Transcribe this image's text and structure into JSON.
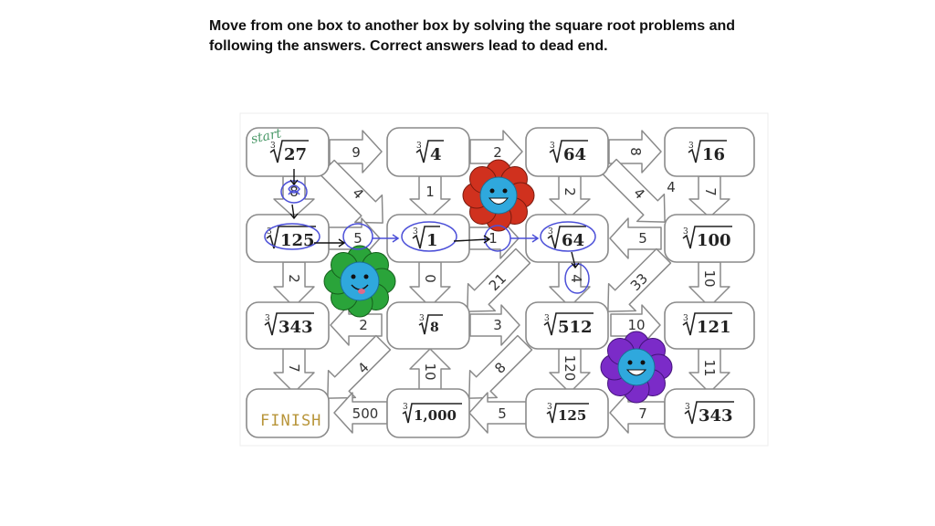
{
  "instructions": {
    "line1": "Move from one box to another box by solving the square root problems and",
    "line2": "following the answers. Correct answers lead to dead end."
  },
  "start_label": "start",
  "finish_label": "FINISH",
  "boxes": [
    {
      "index": "3",
      "radicand": "27"
    },
    {
      "index": "3",
      "radicand": "4"
    },
    {
      "index": "3",
      "radicand": "64"
    },
    {
      "index": "3",
      "radicand": "16"
    },
    {
      "index": "3",
      "radicand": "125"
    },
    {
      "index": "3",
      "radicand": "1"
    },
    {
      "index": "3",
      "radicand": "64"
    },
    {
      "index": "3",
      "radicand": "100"
    },
    {
      "index": "3",
      "radicand": "343"
    },
    {
      "index": "3",
      "radicand": "8"
    },
    {
      "index": "3",
      "radicand": "512"
    },
    {
      "index": "3",
      "radicand": "121"
    },
    {
      "index": "3",
      "radicand": "1,000"
    },
    {
      "index": "3",
      "radicand": "125"
    },
    {
      "index": "3",
      "radicand": "343"
    }
  ],
  "arrows": [
    {
      "label": "9"
    },
    {
      "label": "2"
    },
    {
      "label": "8"
    },
    {
      "label": "4"
    },
    {
      "label": "4"
    },
    {
      "label": "7"
    },
    {
      "label": "8"
    },
    {
      "label": "1"
    },
    {
      "label": "2"
    },
    {
      "label": "4"
    },
    {
      "label": "5"
    },
    {
      "label": "1"
    },
    {
      "label": "5"
    },
    {
      "label": "2"
    },
    {
      "label": "0"
    },
    {
      "label": "4"
    },
    {
      "label": "10"
    },
    {
      "label": "21"
    },
    {
      "label": "33"
    },
    {
      "label": "2"
    },
    {
      "label": "3"
    },
    {
      "label": "10"
    },
    {
      "label": "7"
    },
    {
      "label": "10"
    },
    {
      "label": "120"
    },
    {
      "label": "11"
    },
    {
      "label": "4"
    },
    {
      "label": "8"
    },
    {
      "label": "500"
    },
    {
      "label": "5"
    },
    {
      "label": "7"
    }
  ],
  "colors": {
    "box_stroke": "#8a8a8a",
    "ink_blue": "#4b4fd8",
    "finish_gold": "#b8953a",
    "start_green": "#4c9a6a",
    "flower_red": "#d0311e",
    "flower_green": "#2aa43a",
    "flower_purple": "#7b2bc8",
    "flower_face": "#2fa8dd"
  }
}
